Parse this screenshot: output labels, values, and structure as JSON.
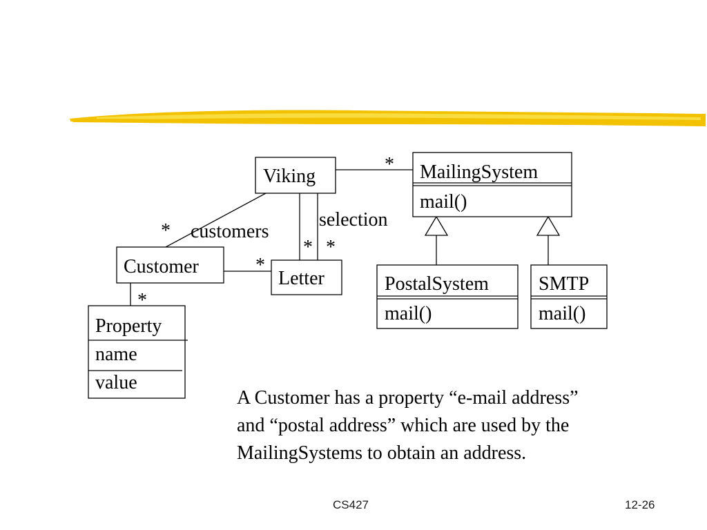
{
  "colors": {
    "accent_stroke": "#f2c200",
    "accent_stroke_light": "#f8dc40"
  },
  "decoration": {
    "title_bar": "yellow-brush-stroke"
  },
  "diagram": {
    "classes": {
      "viking": {
        "name": "Viking"
      },
      "mailing_system": {
        "name": "MailingSystem",
        "operations": [
          "mail()"
        ]
      },
      "customer": {
        "name": "Customer"
      },
      "letter": {
        "name": "Letter"
      },
      "postal_system": {
        "name": "PostalSystem",
        "operations": [
          "mail()"
        ]
      },
      "smtp": {
        "name": "SMTP",
        "operations": [
          "mail()"
        ]
      },
      "property": {
        "name": "Property",
        "attributes": [
          "name",
          "value"
        ]
      }
    },
    "labels": {
      "viking_mailing_mult": "*",
      "customers_mult": "*",
      "customers_role": "customers",
      "selection_role": "selection",
      "selection_mult_left": "*",
      "selection_mult_right": "*",
      "customer_letter_mult": "*",
      "customer_property_mult": "*"
    }
  },
  "caption": {
    "lines": [
      "A Customer has a property “e-mail address”",
      "and “postal address” which are used by the",
      "MailingSystems to obtain an address."
    ]
  },
  "footer": {
    "course": "CS427",
    "page": "12-26"
  }
}
